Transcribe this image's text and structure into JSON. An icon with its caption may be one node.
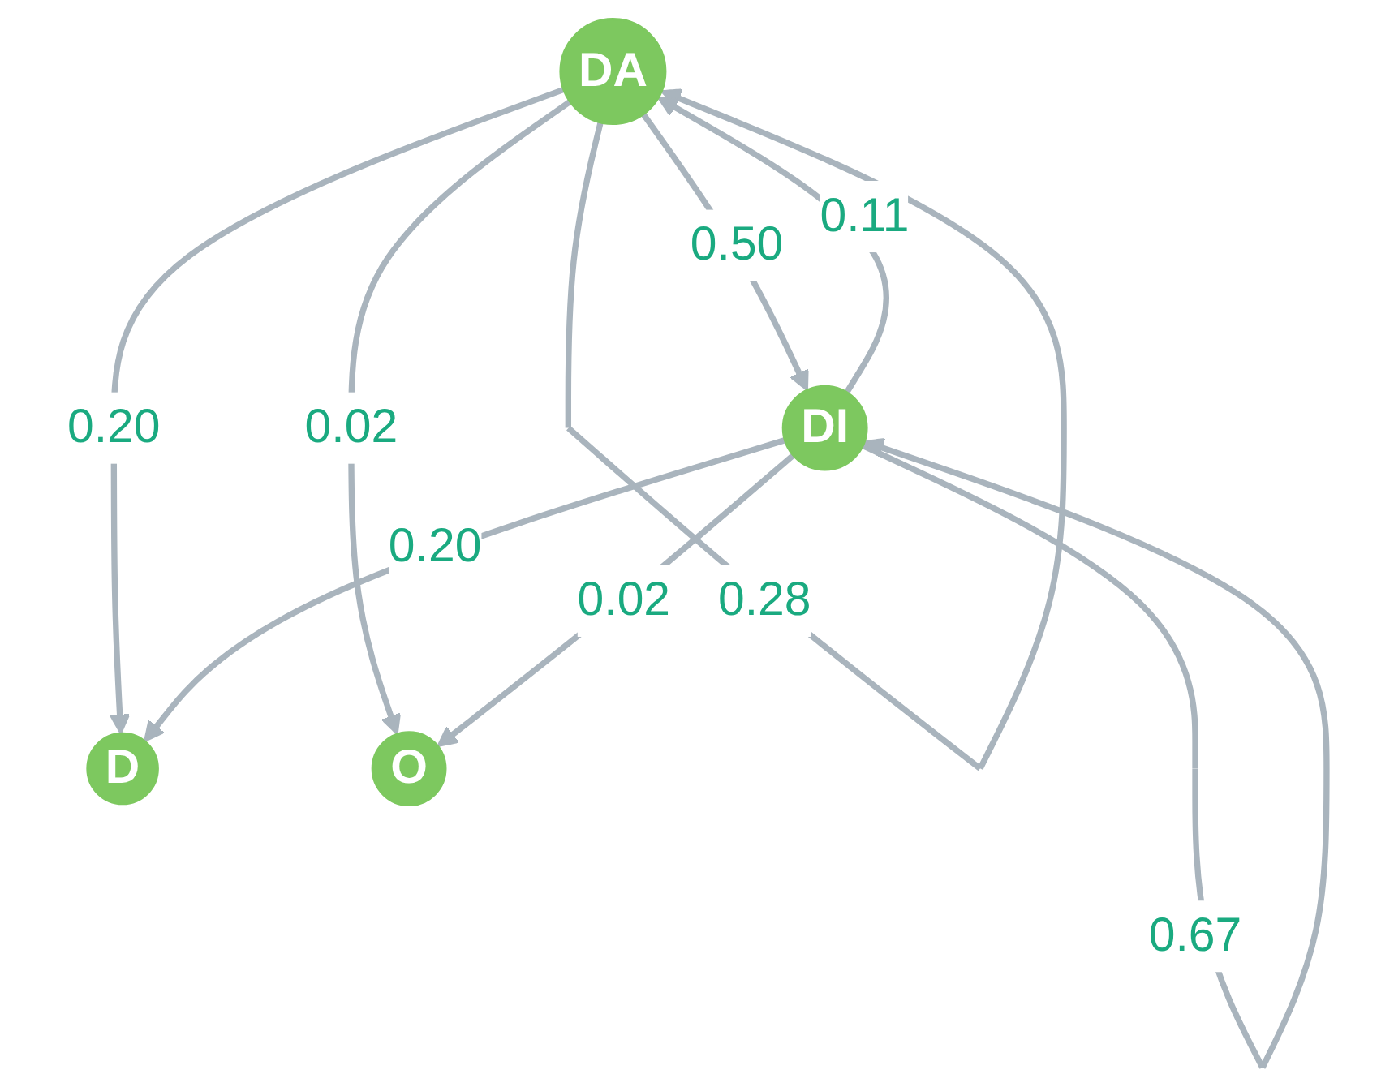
{
  "diagram": {
    "nodes": [
      {
        "text": [
          "D"
        ]
      },
      {
        "text": [
          "DA"
        ]
      },
      {
        "text": [
          "DI"
        ]
      },
      {
        "text": [
          "O"
        ]
      }
    ],
    "edges": [
      {
        "from": 1,
        "to": 0,
        "arrow": "to",
        "label": "0.20"
      },
      {
        "from": 2,
        "to": 0,
        "arrow": "to",
        "label": "0.20"
      },
      {
        "from": 1,
        "to": 2,
        "arrow": "to",
        "label": "0.50"
      },
      {
        "from": 1,
        "to": 1,
        "arrow": "to",
        "label": "0.28"
      },
      {
        "from": 2,
        "to": 2,
        "arrow": "to",
        "label": "0.67"
      },
      {
        "from": 2,
        "to": 1,
        "arrow": "to",
        "label": "0.11"
      },
      {
        "from": 1,
        "to": 3,
        "arrow": "to",
        "label": "0.02"
      },
      {
        "from": 2,
        "to": 3,
        "arrow": "to",
        "label": "0.02"
      }
    ]
  }
}
